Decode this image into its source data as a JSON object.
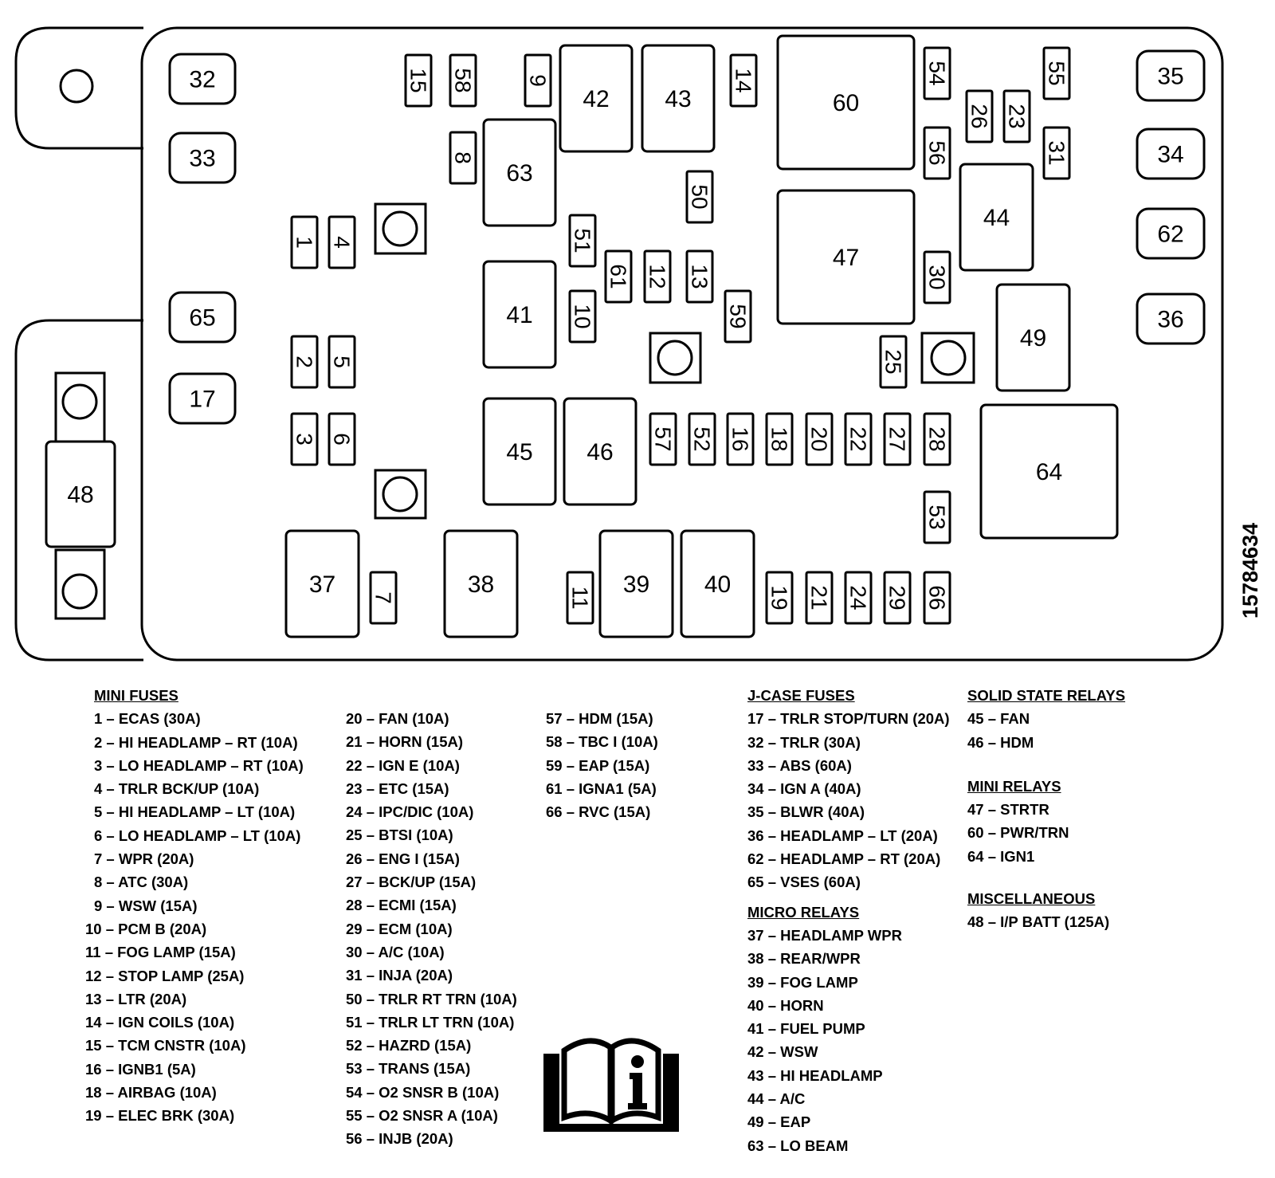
{
  "figure_id": "15784634",
  "diagram": {
    "slots": [
      {
        "id": "32",
        "shape": "jcase"
      },
      {
        "id": "33",
        "shape": "jcase"
      },
      {
        "id": "65",
        "shape": "jcase"
      },
      {
        "id": "17",
        "shape": "jcase"
      },
      {
        "id": "35",
        "shape": "jcase"
      },
      {
        "id": "34",
        "shape": "jcase"
      },
      {
        "id": "62",
        "shape": "jcase"
      },
      {
        "id": "36",
        "shape": "jcase"
      },
      {
        "id": "48",
        "shape": "batt"
      },
      {
        "id": "1",
        "shape": "mini"
      },
      {
        "id": "4",
        "shape": "mini"
      },
      {
        "id": "2",
        "shape": "mini"
      },
      {
        "id": "5",
        "shape": "mini"
      },
      {
        "id": "3",
        "shape": "mini"
      },
      {
        "id": "6",
        "shape": "mini"
      },
      {
        "id": "15",
        "shape": "mini"
      },
      {
        "id": "58",
        "shape": "mini"
      },
      {
        "id": "9",
        "shape": "mini"
      },
      {
        "id": "8",
        "shape": "mini"
      },
      {
        "id": "14",
        "shape": "mini"
      },
      {
        "id": "50",
        "shape": "mini"
      },
      {
        "id": "51",
        "shape": "mini"
      },
      {
        "id": "61",
        "shape": "mini"
      },
      {
        "id": "12",
        "shape": "mini"
      },
      {
        "id": "13",
        "shape": "mini"
      },
      {
        "id": "10",
        "shape": "mini"
      },
      {
        "id": "59",
        "shape": "mini"
      },
      {
        "id": "54",
        "shape": "mini"
      },
      {
        "id": "56",
        "shape": "mini"
      },
      {
        "id": "26",
        "shape": "mini"
      },
      {
        "id": "23",
        "shape": "mini"
      },
      {
        "id": "55",
        "shape": "mini"
      },
      {
        "id": "31",
        "shape": "mini"
      },
      {
        "id": "30",
        "shape": "mini"
      },
      {
        "id": "25",
        "shape": "mini"
      },
      {
        "id": "57",
        "shape": "mini"
      },
      {
        "id": "52",
        "shape": "mini"
      },
      {
        "id": "16",
        "shape": "mini"
      },
      {
        "id": "18",
        "shape": "mini"
      },
      {
        "id": "20",
        "shape": "mini"
      },
      {
        "id": "22",
        "shape": "mini"
      },
      {
        "id": "27",
        "shape": "mini"
      },
      {
        "id": "28",
        "shape": "mini"
      },
      {
        "id": "53",
        "shape": "mini"
      },
      {
        "id": "7",
        "shape": "mini"
      },
      {
        "id": "11",
        "shape": "mini"
      },
      {
        "id": "19",
        "shape": "mini"
      },
      {
        "id": "21",
        "shape": "mini"
      },
      {
        "id": "24",
        "shape": "mini"
      },
      {
        "id": "29",
        "shape": "mini"
      },
      {
        "id": "66",
        "shape": "mini"
      },
      {
        "id": "42",
        "shape": "relay"
      },
      {
        "id": "43",
        "shape": "relay"
      },
      {
        "id": "63",
        "shape": "relay"
      },
      {
        "id": "41",
        "shape": "relay"
      },
      {
        "id": "45",
        "shape": "relay"
      },
      {
        "id": "46",
        "shape": "relay"
      },
      {
        "id": "37",
        "shape": "relay"
      },
      {
        "id": "38",
        "shape": "relay"
      },
      {
        "id": "39",
        "shape": "relay"
      },
      {
        "id": "40",
        "shape": "relay"
      },
      {
        "id": "44",
        "shape": "relay"
      },
      {
        "id": "49",
        "shape": "relay"
      },
      {
        "id": "60",
        "shape": "relay"
      },
      {
        "id": "47",
        "shape": "relay"
      },
      {
        "id": "64",
        "shape": "relay"
      }
    ]
  },
  "legend": {
    "mini_fuses_title": "MINI FUSES",
    "mini_fuses_col1": [
      "1 – ECAS (30A)",
      "2 – HI HEADLAMP – RT (10A)",
      "3 – LO HEADLAMP – RT (10A)",
      "4 – TRLR BCK/UP (10A)",
      "5 – HI HEADLAMP – LT (10A)",
      "6 – LO HEADLAMP – LT (10A)",
      "7 – WPR (20A)",
      "8 – ATC (30A)",
      "9 – WSW (15A)",
      "10 – PCM B (20A)",
      "11 – FOG LAMP (15A)",
      "12 – STOP LAMP (25A)",
      "13 – LTR (20A)",
      "14 – IGN COILS (10A)",
      "15 – TCM CNSTR (10A)",
      "16 – IGNB1 (5A)",
      "18 – AIRBAG (10A)",
      "19 – ELEC BRK (30A)"
    ],
    "mini_fuses_col2": [
      "20 – FAN (10A)",
      "21 – HORN (15A)",
      "22 – IGN E (10A)",
      "23 – ETC (15A)",
      "24 – IPC/DIC (10A)",
      "25 – BTSI (10A)",
      "26 – ENG I (15A)",
      "27 – BCK/UP (15A)",
      "28 – ECMI (15A)",
      "29 – ECM (10A)",
      "30 – A/C (10A)",
      "31 – INJA (20A)",
      "50 – TRLR RT TRN (10A)",
      "51 – TRLR LT TRN (10A)",
      "52 – HAZRD (15A)",
      "53 – TRANS (15A)",
      "54 – O2 SNSR B (10A)",
      "55 – O2 SNSR A (10A)",
      "56 – INJB (20A)"
    ],
    "mini_fuses_col3": [
      "57 – HDM (15A)",
      "58 – TBC I (10A)",
      "59 – EAP (15A)",
      "61 – IGNA1 (5A)",
      "66 – RVC (15A)"
    ],
    "jcase_title": "J-CASE FUSES",
    "jcase_items": [
      "17 – TRLR STOP/TURN (20A)",
      "32 – TRLR (30A)",
      "33 – ABS (60A)",
      "34 – IGN A (40A)",
      "35 – BLWR (40A)",
      "36 – HEADLAMP – LT (20A)",
      "62 – HEADLAMP – RT (20A)",
      "65 – VSES (60A)"
    ],
    "micro_title": "MICRO RELAYS",
    "micro_items": [
      "37 – HEADLAMP WPR",
      "38 – REAR/WPR",
      "39 – FOG LAMP",
      "40 – HORN",
      "41 – FUEL PUMP",
      "42 – WSW",
      "43 – HI HEADLAMP",
      "44 – A/C",
      "49 – EAP",
      "63 – LO BEAM"
    ],
    "ssr_title": "SOLID STATE RELAYS",
    "ssr_items": [
      "45 – FAN",
      "46 – HDM"
    ],
    "minirelay_title": "MINI RELAYS",
    "minirelay_items": [
      "47 – STRTR",
      "60 – PWR/TRN",
      "64 – IGN1"
    ],
    "misc_title": "MISCELLANEOUS",
    "misc_items": [
      "48 – I/P BATT (125A)"
    ]
  },
  "icons": {
    "manual": "book-info-icon",
    "mounting_hole": "mounting-hole-icon"
  }
}
